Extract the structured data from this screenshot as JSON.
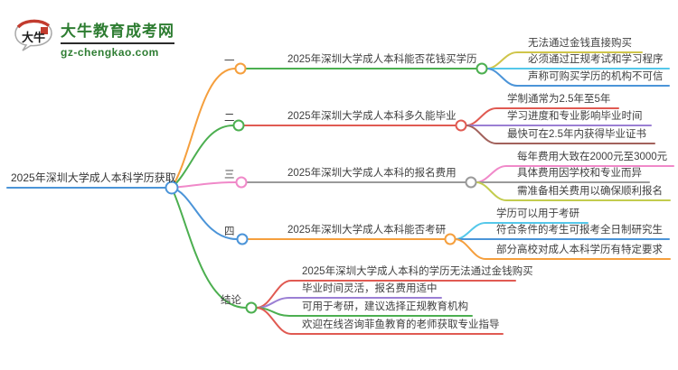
{
  "logo": {
    "title": "大牛教育成考网",
    "url": "gz-chengkao.com",
    "icon_text": "大牛",
    "brand_green": "#2e7d32",
    "seal_red": "#c23b2e"
  },
  "palette": {
    "blue": "#4b94d8",
    "orange": "#f59f3d",
    "green": "#4caf50",
    "pink": "#f089c9",
    "red": "#e05a52",
    "purple": "#9b7fd4",
    "maroon": "#a2625c",
    "gray": "#9a9a9a",
    "cyan": "#55c8ea",
    "yellow": "#cfc54a",
    "olive": "#c3cc4e",
    "text": "#3f3f3f"
  },
  "root": {
    "label": "2025年深圳大学成人本科学历获取",
    "color": "#4b94d8"
  },
  "branches": [
    {
      "index": "一",
      "index_color": "#f59f3d",
      "topic": "2025年深圳大学成人本科能否花钱买学历",
      "topic_color": "#4caf50",
      "children": [
        {
          "label": "无法通过金钱直接购买",
          "color": "#cfc54a"
        },
        {
          "label": "必须通过正规考试和学习程序",
          "color": "#55c8ea"
        },
        {
          "label": "声称可购买学历的机构不可信",
          "color": "#4b94d8"
        }
      ]
    },
    {
      "index": "二",
      "index_color": "#4caf50",
      "topic": "2025年深圳大学成人本科多久能毕业",
      "topic_color": "#e05a52",
      "children": [
        {
          "label": "学制通常为2.5年至5年",
          "color": "#e05a52"
        },
        {
          "label": "学习进度和专业影响毕业时间",
          "color": "#9b7fd4"
        },
        {
          "label": "最快可在2.5年内获得毕业证书",
          "color": "#a2625c"
        }
      ]
    },
    {
      "index": "三",
      "index_color": "#f089c9",
      "topic": "2025年深圳大学成人本科的报名费用",
      "topic_color": "#9a9a9a",
      "children": [
        {
          "label": "每年费用大致在2000元至3000元",
          "color": "#f089c9"
        },
        {
          "label": "具体费用因学校和专业而异",
          "color": "#9a9a9a"
        },
        {
          "label": "需准备相关费用以确保顺利报名",
          "color": "#c3cc4e"
        }
      ]
    },
    {
      "index": "四",
      "index_color": "#4b94d8",
      "topic": "2025年深圳大学成人本科能否考研",
      "topic_color": "#f59f3d",
      "children": [
        {
          "label": "学历可以用于考研",
          "color": "#55c8ea"
        },
        {
          "label": "符合条件的考生可报考全日制研究生",
          "color": "#4b94d8"
        },
        {
          "label": "部分高校对成人本科学历有特定要求",
          "color": "#f59f3d"
        }
      ]
    },
    {
      "index": "结论",
      "index_color": "#4caf50",
      "topic": null,
      "children": [
        {
          "label": "2025年深圳大学成人本科的学历无法通过金钱购买",
          "color": "#e05a52"
        },
        {
          "label": "毕业时间灵活，报名费用适中",
          "color": "#9b7fd4"
        },
        {
          "label": "可用于考研，建议选择正规教育机构",
          "color": "#4caf50"
        },
        {
          "label": "欢迎在线咨询菲鱼教育的老师获取专业指导",
          "color": "#e05a52"
        }
      ]
    }
  ]
}
